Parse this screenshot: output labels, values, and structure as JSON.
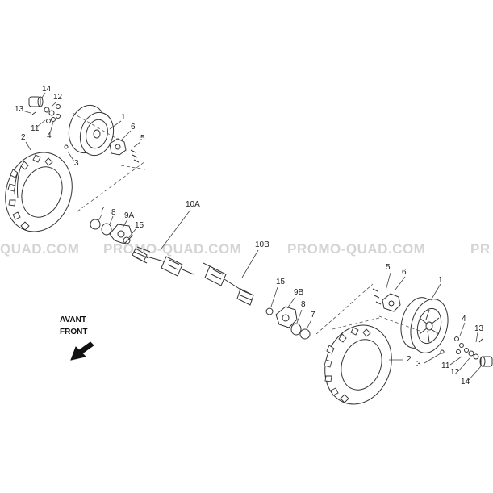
{
  "watermark": {
    "segments": [
      "QUAD.COM",
      "PROMO-QUAD.COM",
      "PROMO-QUAD.COM",
      "PR"
    ]
  },
  "direction": {
    "line1": "AVANT",
    "line2": "FRONT"
  },
  "callouts": {
    "left_wheel": [
      "14",
      "12",
      "13",
      "11",
      "4",
      "1",
      "6",
      "5",
      "2",
      "3"
    ],
    "left_knuckle": [
      "7",
      "8",
      "9A",
      "15"
    ],
    "axle_left": "10A",
    "axle_right": "10B",
    "right_knuckle": [
      "15",
      "9B",
      "8",
      "7"
    ],
    "right_wheel": [
      "5",
      "6",
      "1",
      "4",
      "13",
      "2",
      "3",
      "11",
      "12",
      "14"
    ]
  }
}
